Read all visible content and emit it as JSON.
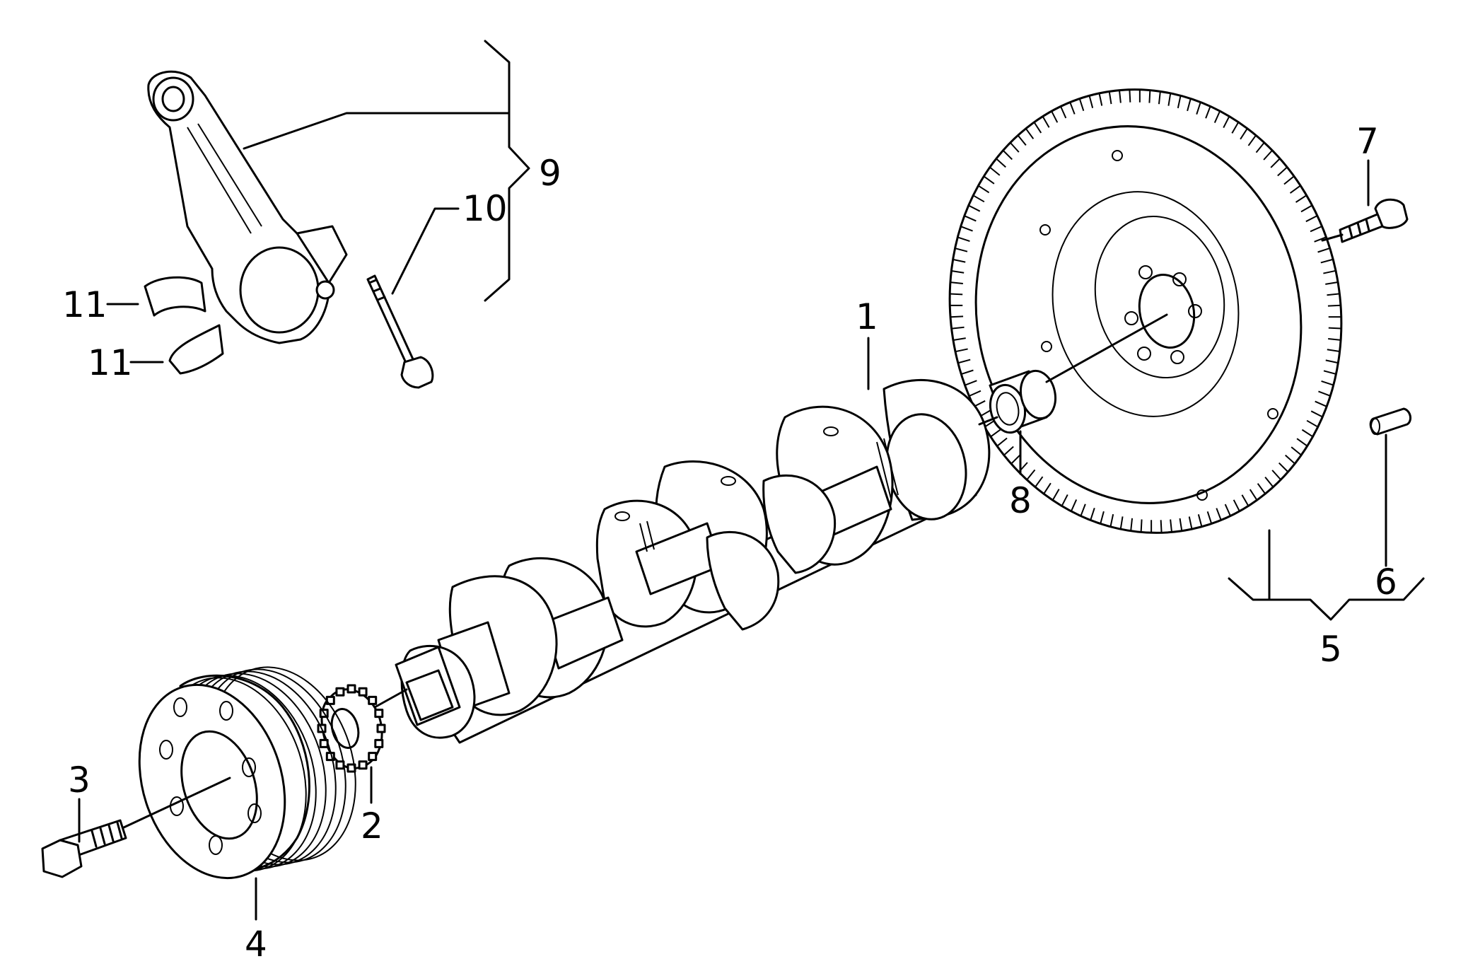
{
  "diagram": {
    "callouts": [
      {
        "id": "c1",
        "text": "1"
      },
      {
        "id": "c2",
        "text": "2"
      },
      {
        "id": "c3",
        "text": "3"
      },
      {
        "id": "c4",
        "text": "4"
      },
      {
        "id": "c5",
        "text": "5"
      },
      {
        "id": "c6",
        "text": "6"
      },
      {
        "id": "c7",
        "text": "7"
      },
      {
        "id": "c8",
        "text": "8"
      },
      {
        "id": "c9",
        "text": "9"
      },
      {
        "id": "c10",
        "text": "10"
      },
      {
        "id": "c11a",
        "text": "11"
      },
      {
        "id": "c11b",
        "text": "11"
      }
    ]
  }
}
